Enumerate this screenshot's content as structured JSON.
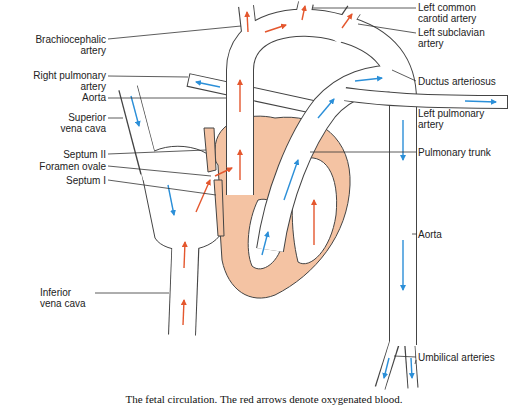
{
  "diagram": {
    "caption": "The fetal circulation. The red arrows denote oxygenated blood.",
    "labels": [
      "Left common carotid artery",
      "Brachiocephalic artery",
      "Left subclavian artery",
      "Right pulmonary artery",
      "Aorta",
      "Ductus arteriosus",
      "Superior vena cava",
      "Septum II",
      "Left pulmonary artery",
      "Foramen ovale",
      "Septum I",
      "Pulmonary trunk",
      "Aorta",
      "Inferior vena cava",
      "Umbilical arteries"
    ]
  }
}
